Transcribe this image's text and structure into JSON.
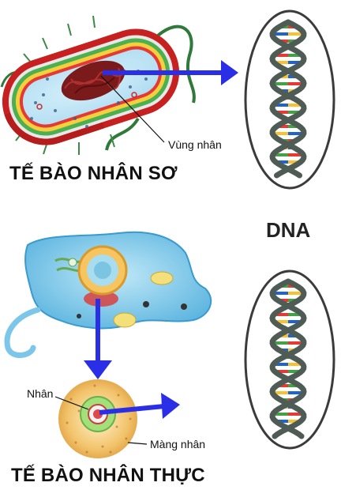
{
  "diagram": {
    "prokaryote": {
      "title": "TẾ BÀO NHÂN SƠ",
      "nucleoid_label": "Vùng nhân"
    },
    "eukaryote": {
      "title": "TẾ BÀO NHÂN THỰC",
      "nucleus_label": "Nhân",
      "membrane_label": "Màng nhân"
    },
    "dna_label": "DNA"
  },
  "colors": {
    "arrow": "#2a2ee6",
    "cell_wall": "#d62828",
    "dna_backbone": "#4f5c56",
    "dna_rungs": [
      "#e53935",
      "#fbc02d",
      "#43a047",
      "#1e63d6"
    ],
    "cytoplasm": "#7cc6ea"
  }
}
